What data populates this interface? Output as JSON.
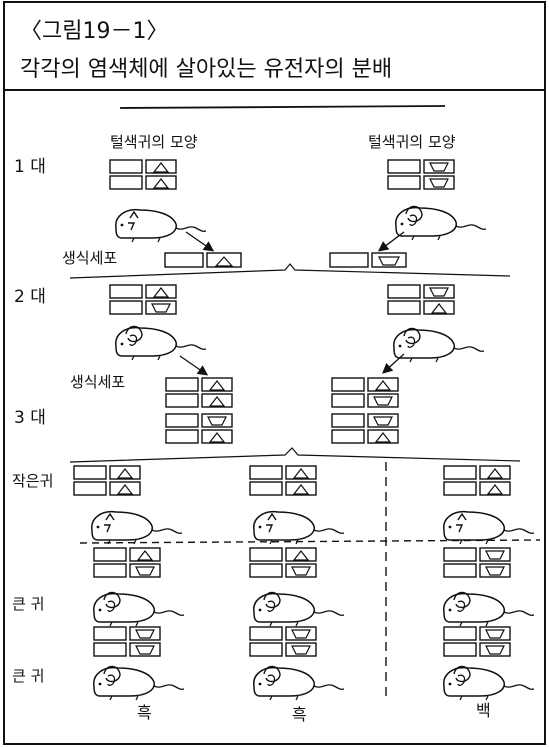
{
  "figure": {
    "number_label": "〈그림19－1〉",
    "title": "각각의 염색체에 살아있는 유전자의 분배"
  },
  "labels": {
    "ear_shape_left": "털색귀의 모양",
    "ear_shape_right": "털색귀의 모양",
    "gen1": "1 대",
    "gen2": "2 대",
    "gen3": "3 대",
    "germ_cell_1": "생식세포",
    "germ_cell_2": "생식세포",
    "small_ear": "작은귀",
    "big_ear_1": "큰  귀",
    "big_ear_2": "큰  귀"
  },
  "columns": {
    "black_1": "흑",
    "black_2": "흑",
    "white": "백"
  },
  "gene_symbols": {
    "triangle": "dominant-allele-triangle",
    "trapezoid": "recessive-allele-trapezoid"
  },
  "colors": {
    "ink": "#111111",
    "paper": "#ffffff"
  }
}
